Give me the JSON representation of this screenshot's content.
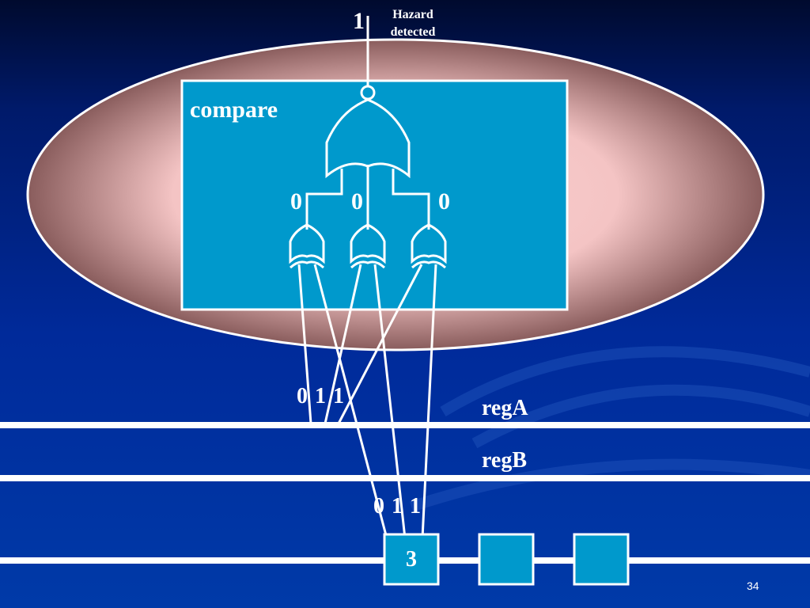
{
  "slide": {
    "hazard_label_line1": "Hazard",
    "hazard_label_line2": "detected",
    "output_value": "1",
    "compare_label": "compare",
    "or_inputs": [
      "0",
      "0",
      "0"
    ],
    "regA_bits": "0 1 1",
    "regB_bits": "0 1 1",
    "regA_label": "regA",
    "regB_label": "regB",
    "register_cells": [
      "3",
      "",
      ""
    ],
    "page_number": "34"
  },
  "colors": {
    "background_top": "#000a2e",
    "background_bottom": "#003aa8",
    "ellipse_fill": "#f8c8c8",
    "ellipse_edge": "#7a4a4a",
    "compare_box": "#0099cc",
    "lines": "#ffffff"
  }
}
